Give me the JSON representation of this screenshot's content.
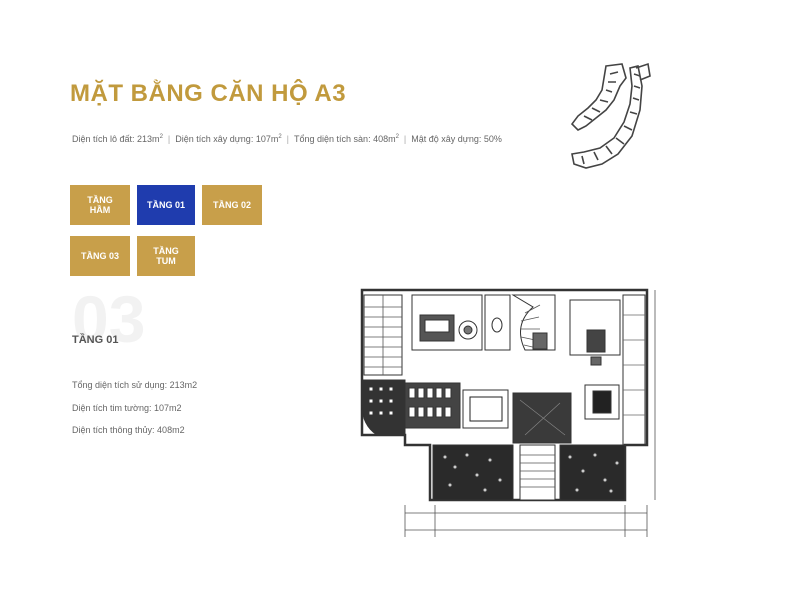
{
  "page": {
    "title": "MẶT BẰNG CĂN HỘ A3",
    "specs": {
      "land_area": "Diện tích lô đất: 213m",
      "build_area": "Diện tích xây dựng: 107m",
      "floor_area": "Tổng diện tích sàn: 408m",
      "density": "Mật độ xây dựng: 50%",
      "sup": "2"
    }
  },
  "floor_tabs": [
    {
      "label": "TẦNG HẦM",
      "active": false
    },
    {
      "label": "TẦNG 01",
      "active": true
    },
    {
      "label": "TẦNG 02",
      "active": false
    },
    {
      "label": "TẦNG 03",
      "active": false
    },
    {
      "label": "TẦNG TUM",
      "active": false
    }
  ],
  "details": {
    "big_number": "03",
    "heading": "TẦNG 01",
    "usage_area": "Tổng diện tích sử dụng: 213m2",
    "wall_area": "Diện tích tim tường: 107m2",
    "clear_area": "Diện tích thông thủy: 408m2"
  },
  "colors": {
    "gold": "#c89f4a",
    "active_blue": "#1f3cae",
    "title_gold": "#c19a3d"
  },
  "icons": {
    "site_thumbnail": "site-plan-thumbnail",
    "floor_plan": "floor-plan-drawing"
  }
}
